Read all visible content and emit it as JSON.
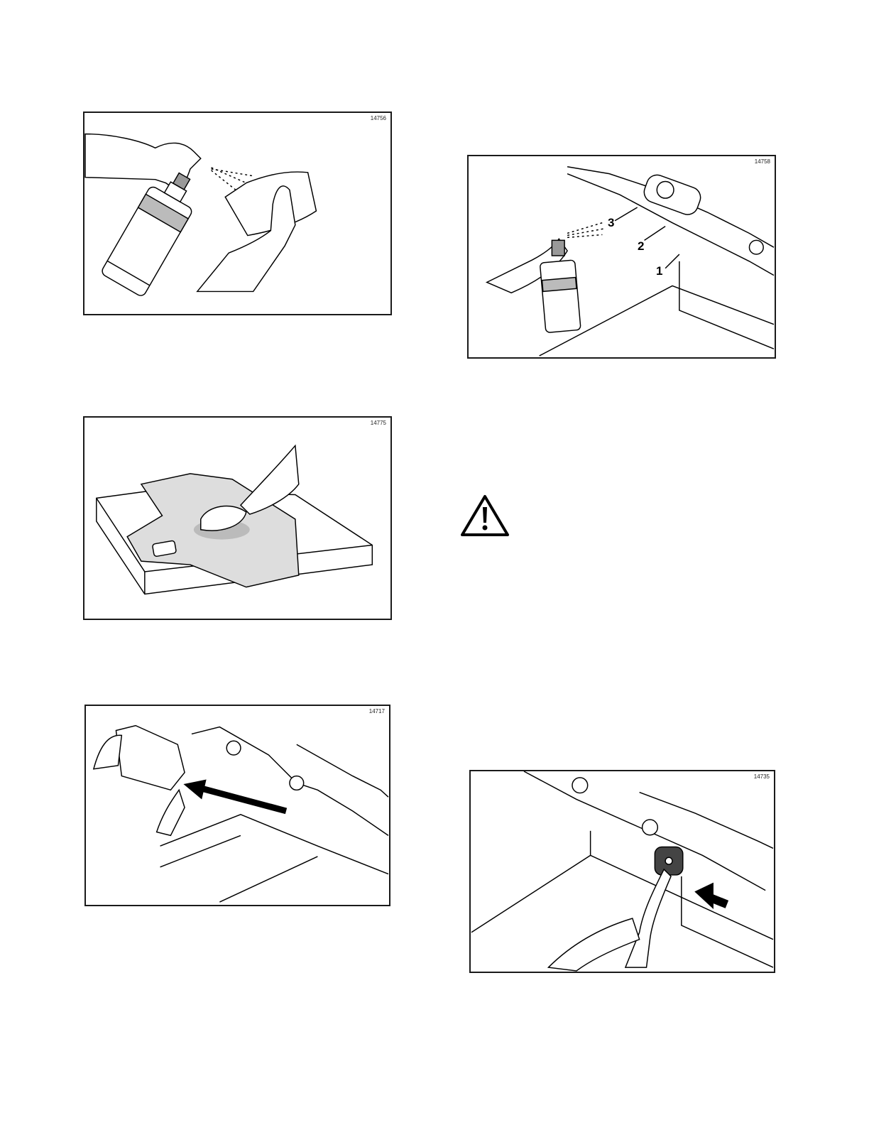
{
  "figures": {
    "spray_cloth": {
      "number": "14756",
      "icons": [
        "spray-bottle",
        "hand",
        "cloth"
      ]
    },
    "wipe_tray": {
      "number": "14775",
      "icons": [
        "tray",
        "cloth",
        "hand"
      ]
    },
    "remove_cover": {
      "number": "14717",
      "icons": [
        "cover-plate",
        "hand",
        "arrow"
      ]
    },
    "spray_rollers": {
      "number": "14758",
      "callouts": [
        "3",
        "2",
        "1"
      ],
      "icons": [
        "spray-bottle",
        "roller-assembly"
      ]
    },
    "clean_roller": {
      "number": "14735",
      "icons": [
        "roller-assembly",
        "hand",
        "cloth",
        "arrow"
      ]
    }
  },
  "warning": {
    "icon": "warning-triangle-icon",
    "color": "#000000"
  }
}
